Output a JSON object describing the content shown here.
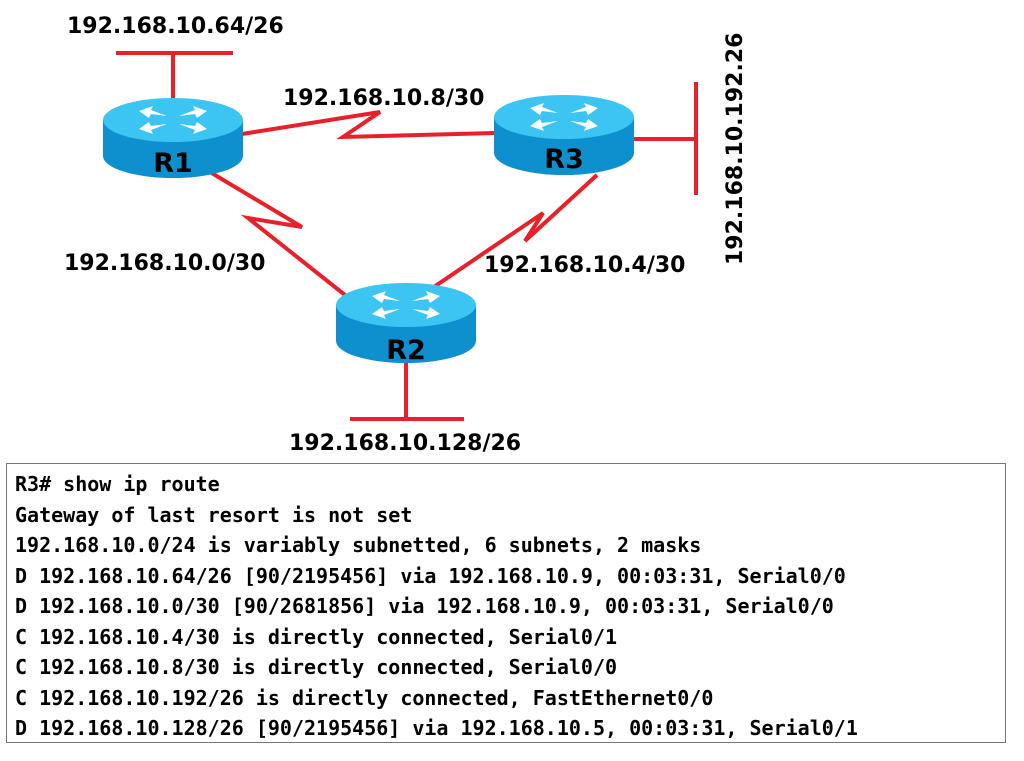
{
  "diagram": {
    "routers": [
      {
        "id": "r1",
        "label": "R1"
      },
      {
        "id": "r2",
        "label": "R2"
      },
      {
        "id": "r3",
        "label": "R3"
      }
    ],
    "networks": {
      "r1_lan": "192.168.10.64/26",
      "r1_r3_link": "192.168.10.8/30",
      "r3_lan": "192.168.10.192.26",
      "r1_r2_link": "192.168.10.0/30",
      "r2_r3_link": "192.168.10.4/30",
      "r2_lan": "192.168.10.128/26"
    },
    "colors": {
      "link": "#e8202a",
      "router_top": "#3cc4f2",
      "router_side": "#0e90cf",
      "router_arrows": "#ffffff"
    }
  },
  "console": {
    "lines": [
      "R3# show ip route",
      "Gateway of last resort is not set",
      "192.168.10.0/24 is variably subnetted, 6 subnets, 2 masks",
      "D 192.168.10.64/26 [90/2195456] via 192.168.10.9, 00:03:31, Serial0/0",
      "D 192.168.10.0/30 [90/2681856] via 192.168.10.9, 00:03:31, Serial0/0",
      "C 192.168.10.4/30 is directly connected, Serial0/1",
      "C 192.168.10.8/30 is directly connected, Serial0/0",
      "C 192.168.10.192/26 is directly connected, FastEthernet0/0",
      "D 192.168.10.128/26 [90/2195456] via 192.168.10.5, 00:03:31, Serial0/1"
    ]
  }
}
